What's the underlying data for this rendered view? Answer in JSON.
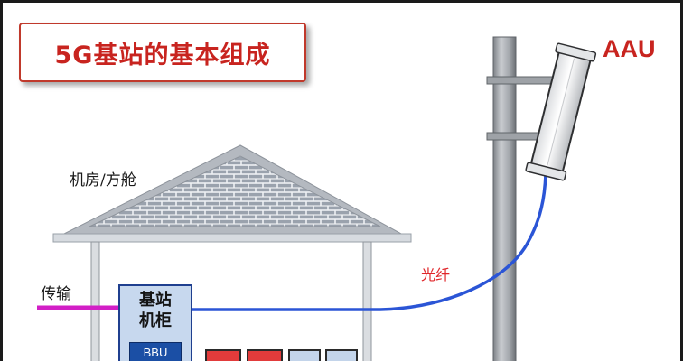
{
  "title": "5G基站的基本组成",
  "labels": {
    "machine_room": "机房/方舱",
    "transmission": "传输",
    "cabinet": "基站机柜",
    "bbu": "BBU",
    "fiber": "光纤",
    "aau": "AAU"
  },
  "colors": {
    "title_red": "#c8241f",
    "transmission_line": "#d21fc6",
    "fiber_line": "#2b55d6",
    "cabinet_fill": "#c7d8ee",
    "bbu_fill": "#1b4fa5"
  },
  "icons": [
    "roof-brick-icon",
    "pole-icon",
    "antenna-icon"
  ]
}
